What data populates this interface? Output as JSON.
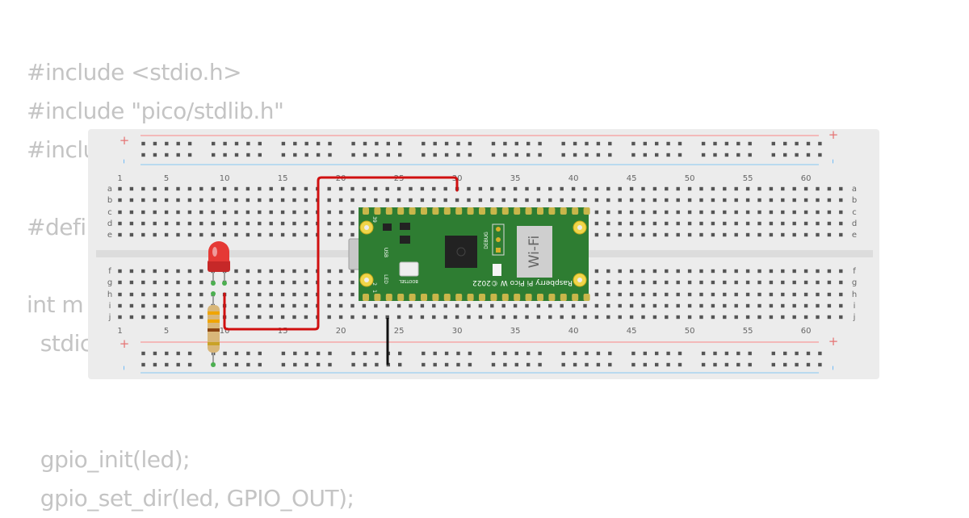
{
  "code_lines": [
    "#include <stdio.h>",
    "#include \"pico/stdlib.h\"",
    "#include",
    "",
    "#defi",
    "",
    "int m",
    "  stdic",
    "",
    "",
    "  gpio_init(led);",
    "  gpio_set_dir(led, GPIO_OUT);"
  ],
  "breadboard": {
    "column_numbers": [
      1,
      5,
      10,
      15,
      20,
      25,
      30,
      35,
      40,
      45,
      50,
      55,
      60
    ],
    "row_letters_top": [
      "a",
      "b",
      "c",
      "d",
      "e"
    ],
    "row_letters_bottom": [
      "f",
      "g",
      "h",
      "i",
      "j"
    ],
    "rail_plus": "+",
    "rail_minus": "–"
  },
  "pico": {
    "board_text": "Raspberry Pi Pico W ©2022",
    "wifi_label": "Wi-Fi",
    "debug_label": "DEBUG",
    "usb_label": "USB",
    "bootsel_label": "BOOTSEL",
    "led_label": "LED",
    "pin_39": "39",
    "pin_1": "1",
    "pin_2": "2"
  },
  "colors": {
    "breadboard": "#ececec",
    "hole": "#555555",
    "rail_red": "#f5a8a8",
    "rail_blue": "#a8d4f0",
    "pcb": "#2e7d32",
    "wire_red": "#d01010",
    "wire_black": "#111111",
    "led_red": "#e53935",
    "code_text": "#c4c4c4"
  }
}
